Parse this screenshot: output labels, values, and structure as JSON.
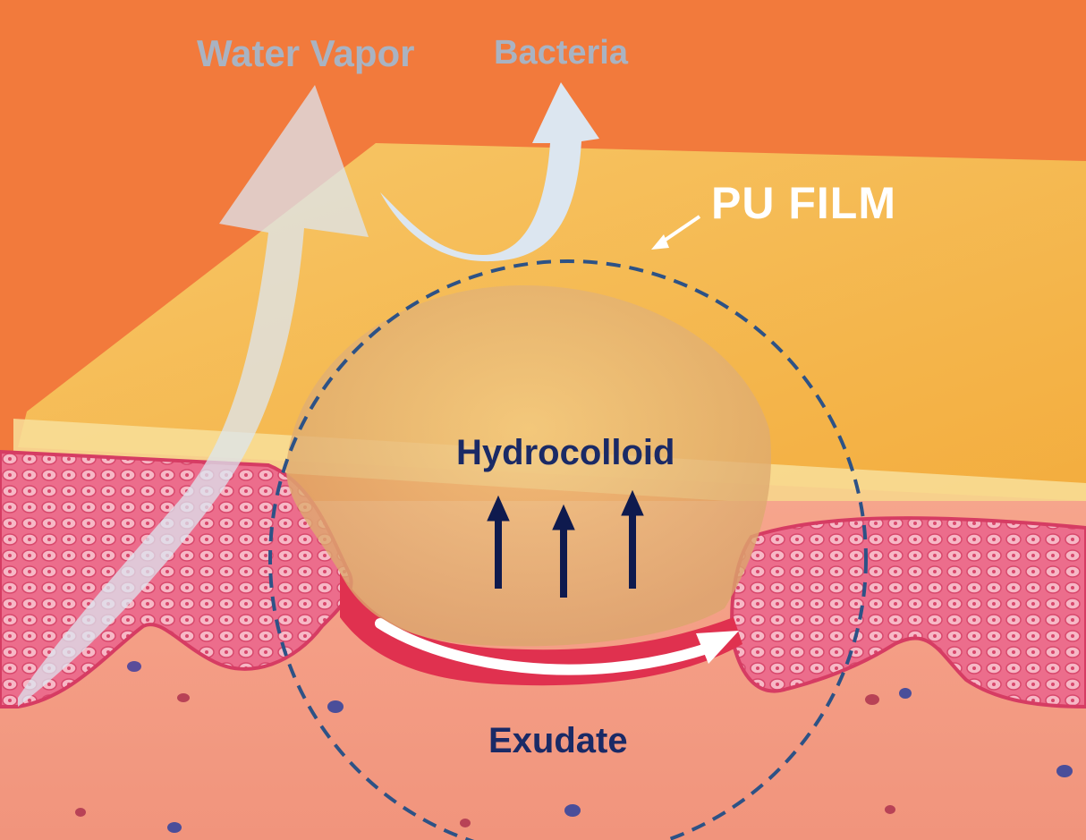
{
  "labels": {
    "water_vapor": "Water Vapor",
    "bacteria": "Bacteria",
    "pu_film": "PU FILM",
    "hydrocolloid": "Hydrocolloid",
    "exudate": "Exudate"
  },
  "colors": {
    "background": "#f27a3c",
    "pu_film": "#f6c05a",
    "skin_epidermis": "#e8587a",
    "dermis": "#f4a08a",
    "circle": "#2d5286",
    "arrows_dark": "#0e1a4e",
    "arrows_light": "#dce6f0",
    "label_gray": "#a9b3c2"
  }
}
